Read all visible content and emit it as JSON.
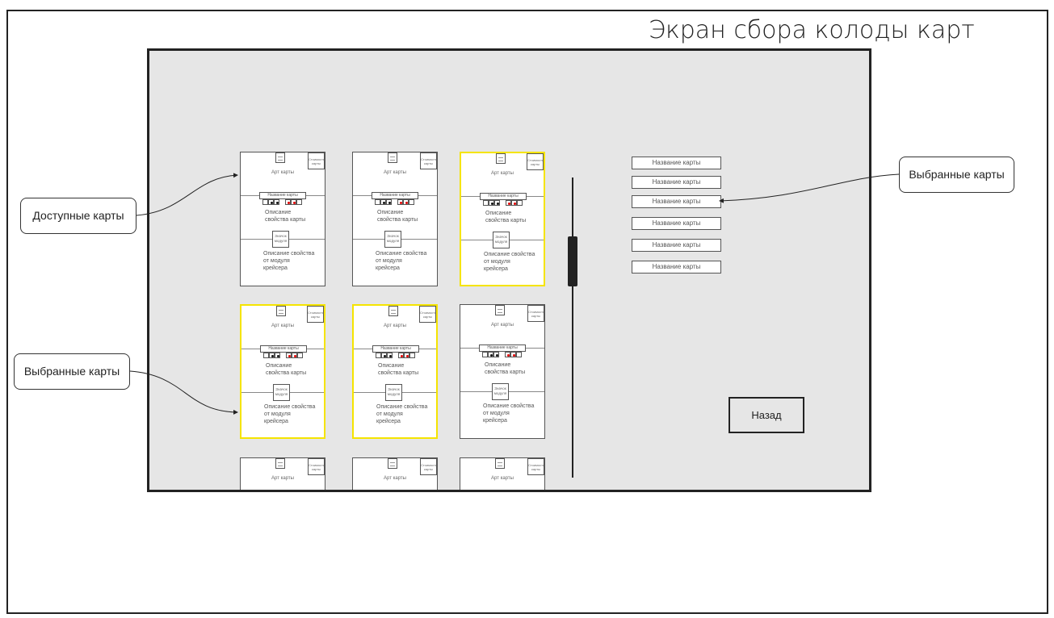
{
  "title": "Экран сбора колоды карт",
  "card_template": {
    "cost": "Стоимость карты",
    "art": "Арт карты",
    "name": "Название карты",
    "description": "Описание свойства карты",
    "module_icon": "Значок модуля",
    "module_description": "Описание свойства от модуля крейсера"
  },
  "cards": [
    {
      "selected": false,
      "full": true
    },
    {
      "selected": false,
      "full": true
    },
    {
      "selected": true,
      "full": true
    },
    {
      "selected": true,
      "full": true
    },
    {
      "selected": true,
      "full": true
    },
    {
      "selected": false,
      "full": true
    },
    {
      "selected": false,
      "full": false
    },
    {
      "selected": false,
      "full": false
    },
    {
      "selected": false,
      "full": false
    }
  ],
  "selected_list": [
    "Название карты",
    "Название карты",
    "Название карты",
    "Название карты",
    "Название карты",
    "Название карты"
  ],
  "back_button": "Назад",
  "callouts": {
    "available": "Доступные карты",
    "selected_left": "Выбранные карты",
    "selected_right": "Выбранные карты"
  },
  "colors": {
    "selected_border": "#f5e400",
    "slot_red": "#e00000",
    "slot_black": "#111111"
  }
}
